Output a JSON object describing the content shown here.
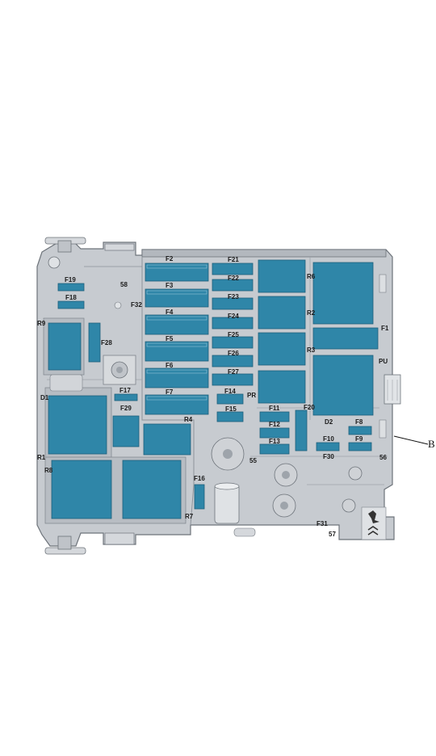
{
  "colors": {
    "body": "#c7cbd0",
    "body_dark": "#9ea4ab",
    "outline": "#6d737a",
    "fuse": "#2f86a8",
    "fuse_edge": "#1f5f7a",
    "connector": "#e8eaec"
  },
  "labels": {
    "f2": "F2",
    "f3": "F3",
    "f4": "F4",
    "f5": "F5",
    "f6": "F6",
    "f7": "F7",
    "f21": "F21",
    "f22": "F22",
    "f23": "F23",
    "f24": "F24",
    "f25": "F25",
    "f26": "F26",
    "f27": "F27",
    "f14": "F14",
    "f15": "F15",
    "f11": "F11",
    "f12": "F12",
    "f13": "F13",
    "f19": "F19",
    "f18": "F18",
    "f28": "F28",
    "f32": "F32",
    "f17": "F17",
    "f29": "F29",
    "f16": "F16",
    "f20": "F20",
    "f8": "F8",
    "f9": "F9",
    "f10": "F10",
    "f30": "F30",
    "f31": "F31",
    "f1": "F1",
    "r1": "R1",
    "r2": "R2",
    "r3": "R3",
    "r4": "R4",
    "r6": "R6",
    "r7": "R7",
    "r8": "R8",
    "r9": "R9",
    "d1": "D1",
    "d2": "D2",
    "pu": "PU",
    "pr": "PR",
    "n58": "58",
    "n55": "55",
    "n56": "56",
    "n57": "57"
  },
  "callout": "B"
}
